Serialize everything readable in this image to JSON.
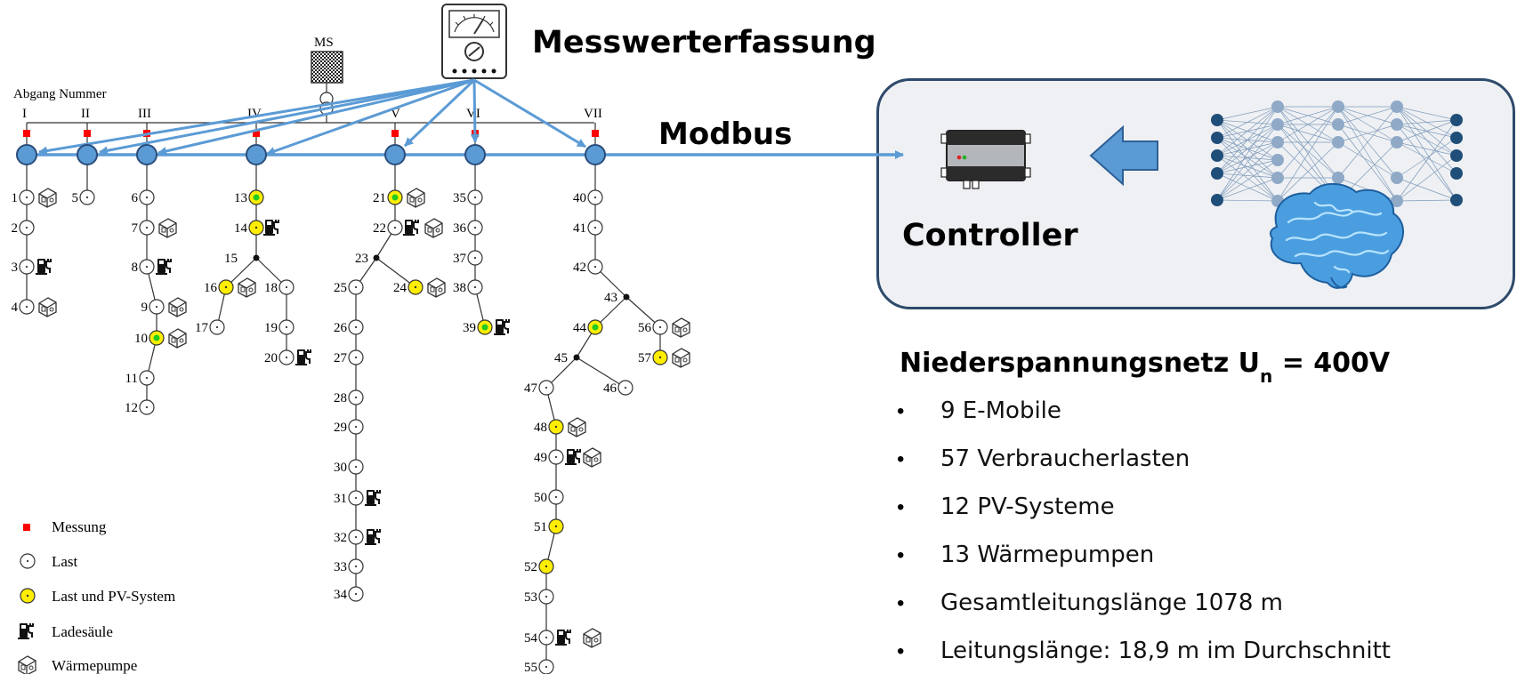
{
  "title": "Messwerterfassung",
  "bus_label": "Modbus",
  "ms_label": "MS",
  "abgang_label": "Abgang Nummer",
  "feeders": [
    "I",
    "II",
    "III",
    "IV",
    "V",
    "VI",
    "VII"
  ],
  "controller_label": "Controller",
  "net_title": "Niederspannungsnetz U",
  "net_title_sub": "n",
  "net_title_suffix": " = 400V",
  "bullets": [
    "9 E-Mobile",
    "57 Verbraucherlasten",
    "12 PV-Systeme",
    "13 Wärmepumpen",
    "Gesamtleitungslänge 1078 m",
    "Leitungslänge: 18,9 m im Durchschnitt"
  ],
  "legend": {
    "measurement": "Messung",
    "load": "Last",
    "load_pv": "Last und PV-System",
    "charger": "Ladesäule",
    "heatpump": "Wärmepumpe"
  },
  "nodes": {
    "n1": "1",
    "n2": "2",
    "n3": "3",
    "n4": "4",
    "n5": "5",
    "n6": "6",
    "n7": "7",
    "n8": "8",
    "n9": "9",
    "n10": "10",
    "n11": "11",
    "n12": "12",
    "n13": "13",
    "n14": "14",
    "n15": "15",
    "n16": "16",
    "n17": "17",
    "n18": "18",
    "n19": "19",
    "n20": "20",
    "n21": "21",
    "n22": "22",
    "n23": "23",
    "n24": "24",
    "n25": "25",
    "n26": "26",
    "n27": "27",
    "n28": "28",
    "n29": "29",
    "n30": "30",
    "n31": "31",
    "n32": "32",
    "n33": "33",
    "n34": "34",
    "n35": "35",
    "n36": "36",
    "n37": "37",
    "n38": "38",
    "n39": "39",
    "n40": "40",
    "n41": "41",
    "n42": "42",
    "n43": "43",
    "n44": "44",
    "n45": "45",
    "n46": "46",
    "n47": "47",
    "n48": "48",
    "n49": "49",
    "n50": "50",
    "n51": "51",
    "n52": "52",
    "n53": "53",
    "n54": "54",
    "n55": "55",
    "n56": "56",
    "n57": "57"
  },
  "colors": {
    "arrow": "#5b9bd5",
    "bus_node": "#5b9bd5",
    "measurement": "#ff0000",
    "pv": "#ffee00",
    "pv_center": "#22cc22",
    "panel_border": "#2e4a6b",
    "nn_node_dark": "#1f4e79",
    "nn_node_light": "#8fa9c7"
  }
}
